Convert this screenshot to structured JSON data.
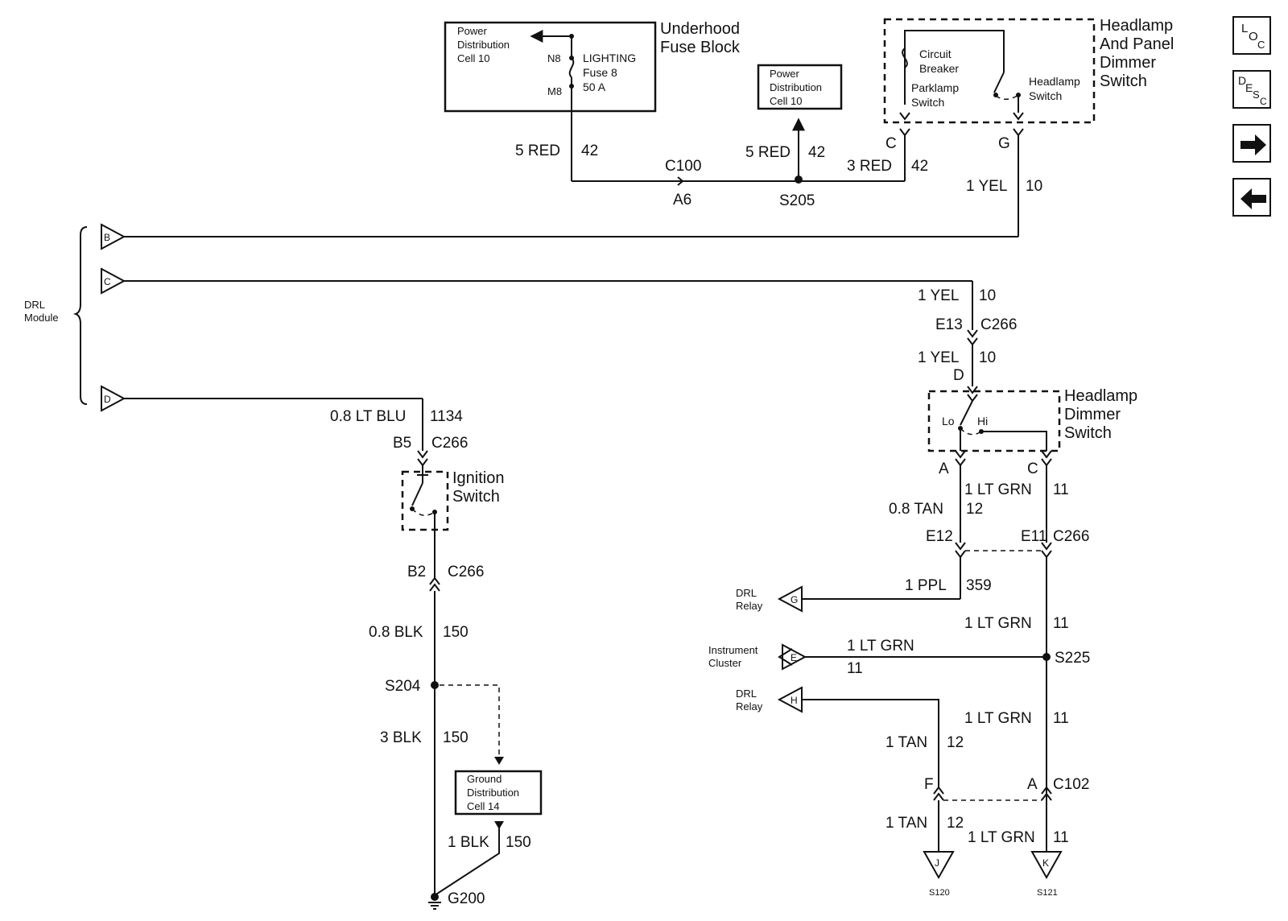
{
  "nav": {
    "loc_button": {
      "main": "L",
      "sub": "O",
      "sub2": "C"
    },
    "desc_button": {
      "main": "D",
      "sub": "E",
      "sub2": "S",
      "sub3": "C"
    },
    "next_icon": "arrow-right-icon",
    "prev_icon": "arrow-left-icon"
  },
  "components": {
    "underhood_fuse_block": {
      "title_line1": "Underhood",
      "title_line2": "Fuse Block",
      "power_dist_line1": "Power",
      "power_dist_line2": "Distribution",
      "power_dist_line3": "Cell 10",
      "pin_n8": "N8",
      "pin_m8": "M8",
      "fuse_line1": "LIGHTING",
      "fuse_line2": "Fuse 8",
      "fuse_line3": "50 A"
    },
    "power_dist_box": {
      "line1": "Power",
      "line2": "Distribution",
      "line3": "Cell 10"
    },
    "headlamp_panel_switch": {
      "title_line1": "Headlamp",
      "title_line2": "And Panel",
      "title_line3": "Dimmer",
      "title_line4": "Switch",
      "cb_line1": "Circuit",
      "cb_line2": "Breaker",
      "park_line1": "Parklamp",
      "park_line2": "Switch",
      "head_line1": "Headlamp",
      "head_line2": "Switch",
      "pin_c": "C",
      "pin_g": "G"
    },
    "drl_module": {
      "line1": "DRL",
      "line2": "Module",
      "pin_b": "B",
      "pin_c": "C",
      "pin_d": "D"
    },
    "ignition_switch": {
      "line1": "Ignition",
      "line2": "Switch"
    },
    "ground_dist_box": {
      "line1": "Ground",
      "line2": "Distribution",
      "line3": "Cell 14"
    },
    "headlamp_dimmer_switch": {
      "title_line1": "Headlamp",
      "title_line2": "Dimmer",
      "title_line3": "Switch",
      "lo": "Lo",
      "hi": "Hi",
      "pin_d": "D",
      "pin_a": "A",
      "pin_c": "C"
    },
    "drl_relay_g": {
      "line1": "DRL",
      "line2": "Relay",
      "pin": "G"
    },
    "instrument_cluster": {
      "line1": "Instrument",
      "line2": "Cluster",
      "pin": "E"
    },
    "drl_relay_h": {
      "line1": "DRL",
      "line2": "Relay",
      "pin": "H"
    },
    "conn_j": {
      "pin": "J",
      "label": "S120"
    },
    "conn_k": {
      "pin": "K",
      "label": "S121"
    }
  },
  "wires": {
    "fuse_out": {
      "name": "5 RED",
      "num": "42"
    },
    "c100_top": "C100",
    "c100_bot": "A6",
    "to_pdc": {
      "name": "5 RED",
      "num": "42"
    },
    "s205": "S205",
    "to_switch_c": {
      "name": "3 RED",
      "num": "42"
    },
    "switch_g": {
      "name": "1 YEL",
      "num": "10"
    },
    "drl_c_upper": {
      "name": "1 YEL",
      "num": "10"
    },
    "c266_e13": "E13",
    "c266_e13_name": "C266",
    "drl_c_lower": {
      "name": "1 YEL",
      "num": "10"
    },
    "drl_d": {
      "name": "0.8 LT BLU",
      "num": "1134"
    },
    "c266_b5": "B5",
    "c266_b5_name": "C266",
    "c266_b2": "B2",
    "c266_b2_name": "C266",
    "ign_out": {
      "name": "0.8 BLK",
      "num": "150"
    },
    "s204": "S204",
    "to_g200": {
      "name": "3 BLK",
      "num": "150"
    },
    "gdc_out": {
      "name": "1 BLK",
      "num": "150"
    },
    "g200": "G200",
    "dimmer_a": {
      "name": "0.8 TAN",
      "num": "12"
    },
    "dimmer_c": {
      "name": "1 LT GRN",
      "num": "11"
    },
    "c266_e12": "E12",
    "c266_e11": "E11",
    "c266_e11_name": "C266",
    "to_drl_g": {
      "name": "1 PPL",
      "num": "359"
    },
    "to_s225": {
      "name": "1 LT GRN",
      "num": "11"
    },
    "to_cluster": {
      "name": "1 LT GRN",
      "num": "11"
    },
    "s225": "S225",
    "s225_down": {
      "name": "1 LT GRN",
      "num": "11"
    },
    "drl_h": {
      "name": "1 TAN",
      "num": "12"
    },
    "c102_f": "F",
    "c102_a": "A",
    "c102_name": "C102",
    "to_j": {
      "name": "1 TAN",
      "num": "12"
    },
    "to_k": {
      "name": "1 LT GRN",
      "num": "11"
    }
  }
}
